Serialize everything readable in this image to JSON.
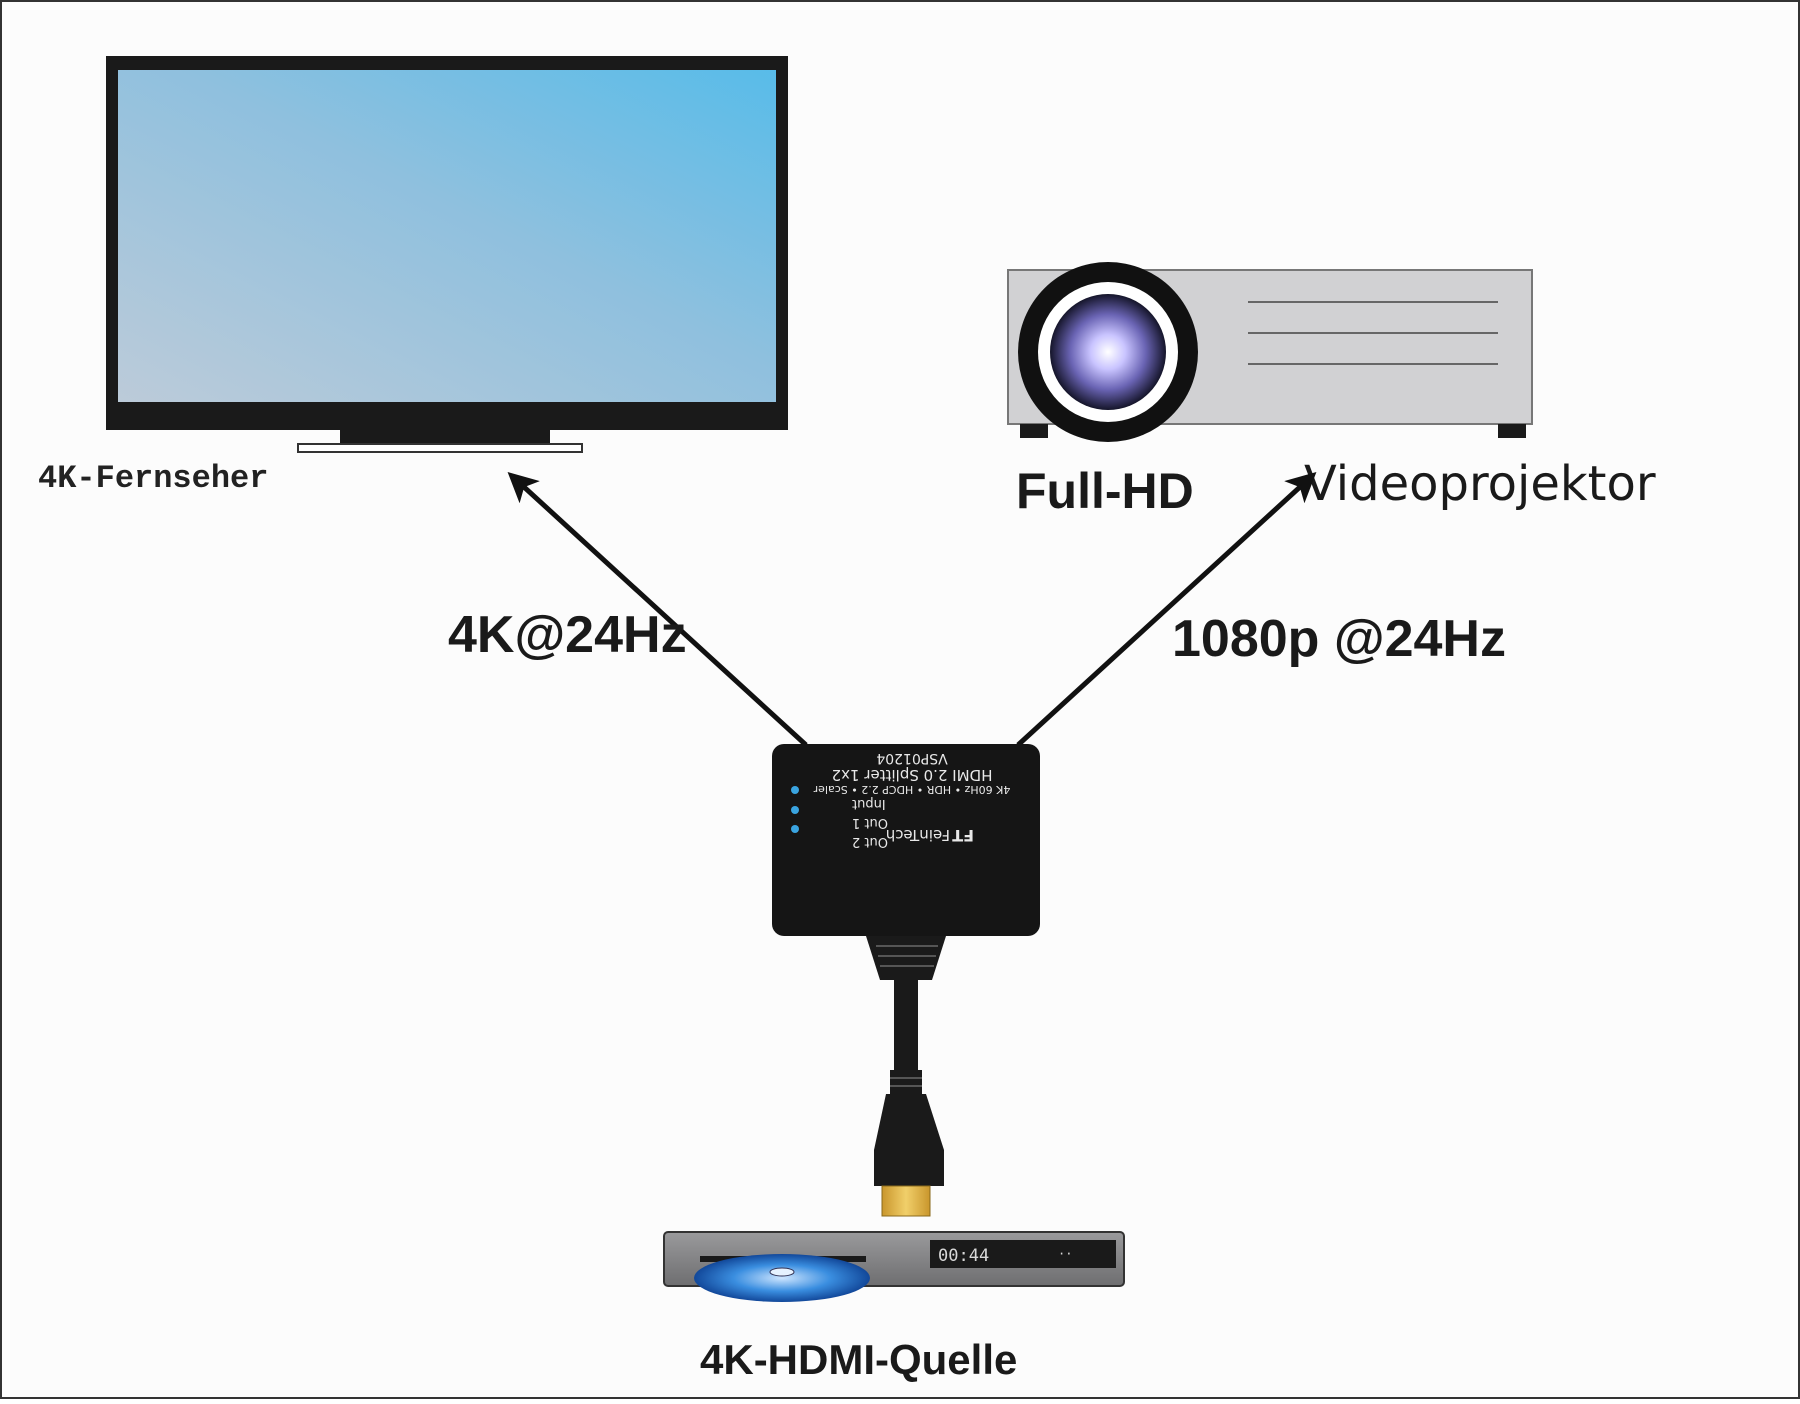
{
  "labels": {
    "tv": "4K-Fernseher",
    "projector_prefix": "Full-HD",
    "projector": "Videoprojektor",
    "tv_signal": "4K@24Hz",
    "projector_signal": "1080p @24Hz",
    "source": "4K-HDMI-Quelle"
  },
  "splitter": {
    "brand": "FeinTech",
    "logo": "FT",
    "ports": [
      "Out 2",
      "Out 1",
      "Input"
    ],
    "features": "4K 60Hz • HDR • HDCP 2.2 • Scaler",
    "model_title": "HDMI 2.0 Splitter 1x2",
    "model_number": "VSP01204"
  },
  "player": {
    "display": "00:44",
    "display_dots": "··"
  },
  "colors": {
    "screen_light": "#b8c9d8",
    "screen_blue": "#5bbce8",
    "led": "#3aa4e0",
    "projector_body": "#d1d1d3",
    "hdmi_gold": "#e0b84a",
    "disc_blue": "#2f7fd6"
  },
  "icons": {
    "tv": "television-icon",
    "projector": "projector-icon",
    "splitter": "hdmi-splitter-icon",
    "cable": "hdmi-cable-icon",
    "player": "bluray-player-icon"
  }
}
